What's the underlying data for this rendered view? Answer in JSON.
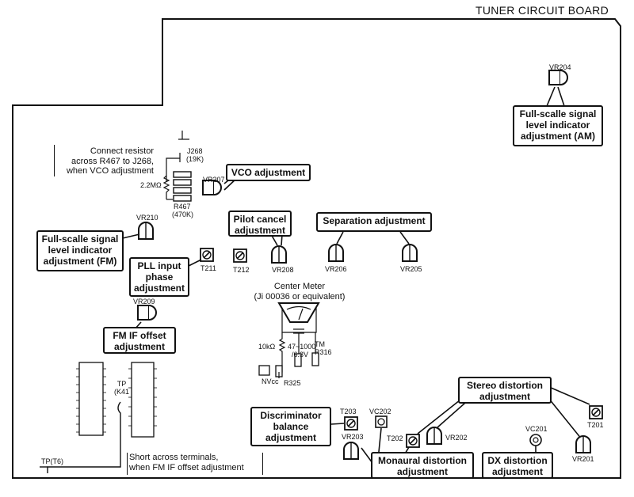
{
  "board_title": "TUNER CIRCUIT BOARD",
  "callouts": {
    "full_scale_am": [
      "Full-scalle signal",
      "level indicator",
      "adjustment (AM)"
    ],
    "vco": "VCO adjustment",
    "full_scale_fm": [
      "Full-scalle signal",
      "level indicator",
      "adjustment (FM)"
    ],
    "pilot_cancel": [
      "Pilot cancel",
      "adjustment"
    ],
    "separation": "Separation adjustment",
    "pll_input": [
      "PLL input",
      "phase",
      "adjustment"
    ],
    "fm_if_offset": [
      "FM IF offset",
      "adjustment"
    ],
    "stereo_distortion": [
      "Stereo distortion",
      "adjustment"
    ],
    "discriminator": [
      "Discriminator",
      "balance",
      "adjustment"
    ],
    "monaural_distortion": [
      "Monaural distortion",
      "adjustment"
    ],
    "dx_distortion": [
      "DX distortion",
      "adjustment"
    ]
  },
  "notes": {
    "connect_resistor": [
      "Connect resistor",
      "across R467 to J268,",
      "when VCO adjustment"
    ],
    "center_meter": [
      "Center Meter",
      "(Ji 00036 or equivalent)"
    ],
    "short_terminals": [
      "Short across terminals,",
      "when FM IF offset adjustment"
    ]
  },
  "components": {
    "vr204": "VR204",
    "vr207": "VR207",
    "j268": "J268",
    "j268_value": "(19K)",
    "r467": "R467",
    "r467_value": "(470K)",
    "res_2_2m": "2.2MΩ",
    "vr210": "VR210",
    "t211": "T211",
    "t212": "T212",
    "vr208": "VR208",
    "vr206": "VR206",
    "vr205": "VR205",
    "vr209": "VR209",
    "res_10k": "10kΩ",
    "cap_value": "47~1000",
    "cap_voltage": "/6.3V",
    "tm": "TM",
    "r316": "R316",
    "r325": "R325",
    "nvcc": "NVcc",
    "tp_k41": [
      "TP",
      "(K41"
    ],
    "tp_t6": "TP(T6)",
    "t203": "T203",
    "vc202": "VC202",
    "vr203": "VR203",
    "t202": "T202",
    "vr202": "VR202",
    "vc201": "VC201",
    "t201": "T201",
    "vr201": "VR201"
  }
}
